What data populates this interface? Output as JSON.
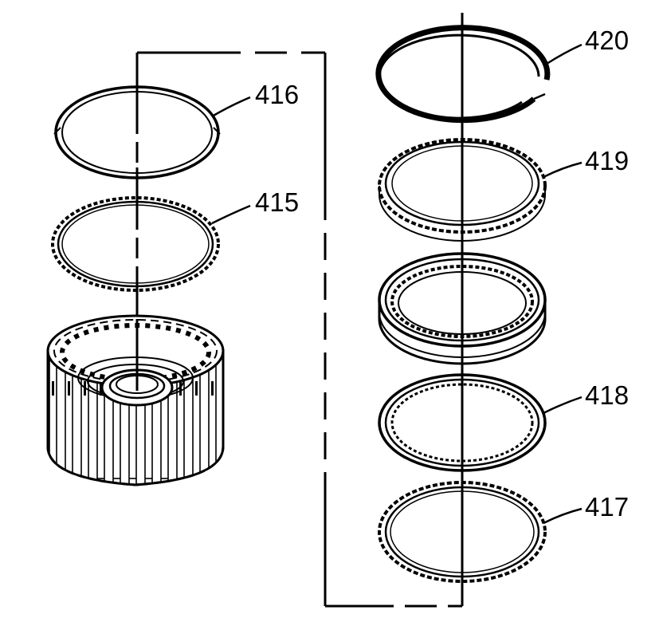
{
  "diagram": {
    "type": "exploded-parts-view",
    "ink_color": "#000000",
    "background_color": "#ffffff",
    "callouts": [
      {
        "id": "416",
        "label": "416"
      },
      {
        "id": "415",
        "label": "415"
      },
      {
        "id": "420",
        "label": "420"
      },
      {
        "id": "419",
        "label": "419"
      },
      {
        "id": "418",
        "label": "418"
      },
      {
        "id": "417",
        "label": "417"
      }
    ],
    "parts": [
      {
        "callout": "416",
        "kind": "snap-ring"
      },
      {
        "callout": "415",
        "kind": "toothed-plate"
      },
      {
        "callout": null,
        "kind": "clutch-housing"
      },
      {
        "callout": "420",
        "kind": "split-snap-ring"
      },
      {
        "callout": "419",
        "kind": "backing-plate"
      },
      {
        "callout": null,
        "kind": "clutch-pack"
      },
      {
        "callout": "418",
        "kind": "friction-plate"
      },
      {
        "callout": "417",
        "kind": "steel-plate"
      }
    ]
  }
}
